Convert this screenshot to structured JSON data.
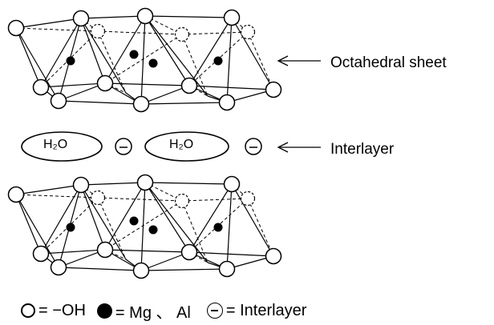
{
  "labels": {
    "octahedral_sheet": "Octahedral sheet",
    "interlayer": "Interlayer"
  },
  "interlayer": {
    "water_molecules": [
      "H₂O",
      "H₂O"
    ],
    "negative_charge_symbol": "−"
  },
  "legend": {
    "hydroxyl_text": "= −OH",
    "metal_text": "= Mg 、 Al",
    "interlayer_text": "= Interlayer"
  },
  "colors": {
    "line": "#000000",
    "atom_fill": "#ffffff",
    "metal_fill": "#000000",
    "background": "#ffffff"
  }
}
